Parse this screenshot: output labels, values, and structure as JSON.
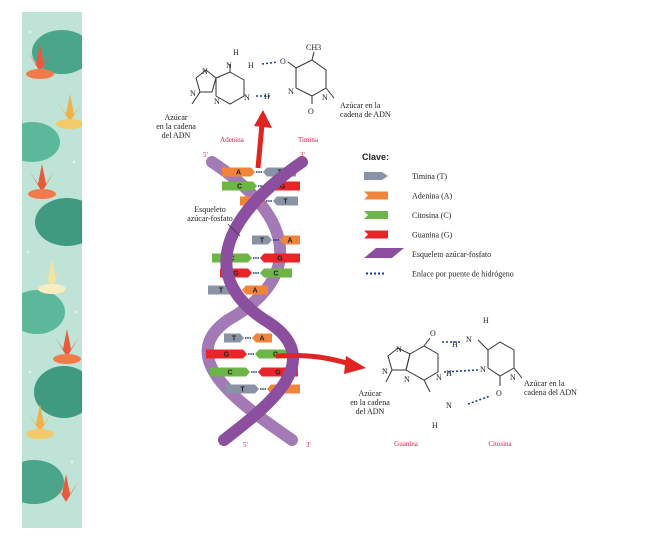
{
  "adenine_thymine": {
    "hydrogen_top": "H",
    "n_h_label": "N",
    "h_a": "H",
    "h_b": "H",
    "ch3": "CH3",
    "o_top": "O",
    "o_bottom": "O",
    "n_ring_labels": [
      "N",
      "N",
      "N",
      "N",
      "N",
      "N"
    ],
    "sugar_left": [
      "Azúcar",
      "en la cadena",
      "del ADN"
    ],
    "sugar_right": [
      "Azúcar en la",
      "cadena de ADN"
    ],
    "name_left": "Adenina",
    "name_right": "Timina"
  },
  "guanine_cytosine": {
    "h_top": "H",
    "h_mid": "H",
    "h_low": "H",
    "h_bottom": "H",
    "o_top": "O",
    "o_bottom": "O",
    "n_labels": [
      "N",
      "N",
      "N",
      "N",
      "N",
      "N",
      "N",
      "N"
    ],
    "sugar_left": [
      "Azúcar",
      "en la cadena",
      "del ADN"
    ],
    "sugar_right": [
      "Azúcar en la",
      "cadena del ADN"
    ],
    "name_left": "Guanina",
    "name_right": "Citosina"
  },
  "helix": {
    "top_left_end": "5'",
    "top_right_end": "3'",
    "bottom_left_end": "5'",
    "bottom_right_end": "3'",
    "backbone_label": [
      "Esqueleto",
      "azúcar-fosfato"
    ],
    "pairs": [
      {
        "left": "A",
        "right": "T"
      },
      {
        "left": "C",
        "right": "G"
      },
      {
        "left": "A",
        "right": "T"
      },
      {
        "left": "T",
        "right": "A"
      },
      {
        "left": "C",
        "right": "G"
      },
      {
        "left": "G",
        "right": "C"
      },
      {
        "left": "T",
        "right": "A"
      },
      {
        "left": "T",
        "right": "A"
      },
      {
        "left": "G",
        "right": "C"
      },
      {
        "left": "C",
        "right": "G"
      },
      {
        "left": "T",
        "right": "A"
      }
    ]
  },
  "key": {
    "title": "Clave:",
    "items": [
      {
        "label": "Timina (T)",
        "color": "#8a93a6"
      },
      {
        "label": "Adenina (A)",
        "color": "#f0843a"
      },
      {
        "label": "Citosina (C)",
        "color": "#6cb546"
      },
      {
        "label": "Guanina (G)",
        "color": "#e8262a"
      },
      {
        "label": "Esqueleto azúcar-fosfato",
        "color": "#8c4f9f"
      },
      {
        "label": "Enlace por puente de hidrógeno",
        "color": "#1c3e8a"
      }
    ]
  },
  "colors": {
    "T": "#8a93a6",
    "A": "#f0843a",
    "C": "#6cb546",
    "G": "#e8262a",
    "backbone": "#8c4f9f",
    "arrow": "#e0241f",
    "bond": "#1c3e8a"
  }
}
